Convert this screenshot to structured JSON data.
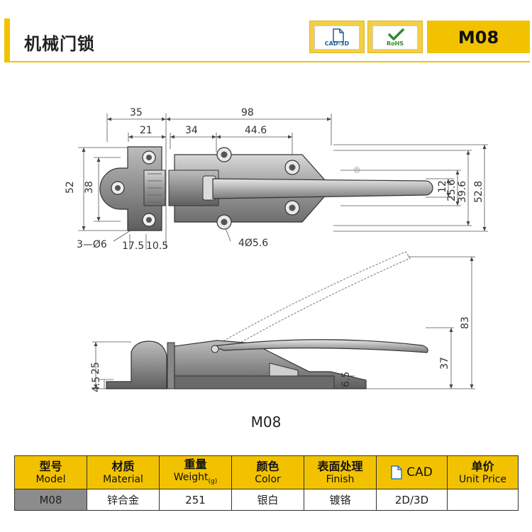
{
  "header": {
    "title": "机械门锁",
    "badges": [
      {
        "label": "CAD-3D",
        "icon": "document-icon"
      },
      {
        "label": "RoHS",
        "icon": "checkmark-icon"
      }
    ],
    "model": "M08",
    "accent_color": "#f2c200"
  },
  "drawing": {
    "watermark_registered": "®",
    "dimensions_top": {
      "d35": "35",
      "d98": "98",
      "d21": "21",
      "d34": "34",
      "d44_6": "44.6",
      "d52": "52",
      "d38": "38",
      "d12": "12",
      "d25_6": "25.6",
      "d39_6": "39.6",
      "d52_8": "52.8",
      "hole_small": "3—Ø6",
      "d17_5": "17.5",
      "d10_5": "10.5",
      "hole_large": "4Ø5.6"
    },
    "dimensions_side": {
      "d25": "25",
      "d4_5": "4.5",
      "d6_5": "6.5",
      "d37": "37",
      "d83": "83"
    },
    "caption": "M08"
  },
  "table": {
    "headers": [
      {
        "cn": "型号",
        "en": "Model"
      },
      {
        "cn": "材质",
        "en": "Material"
      },
      {
        "cn": "重量",
        "en": "Weight",
        "unit": "(g)"
      },
      {
        "cn": "颜色",
        "en": "Color"
      },
      {
        "cn": "表面处理",
        "en": "Finish"
      },
      {
        "cn": "CAD",
        "en": ""
      },
      {
        "cn": "单价",
        "en": "Unit Price"
      }
    ],
    "row": {
      "model": "M08",
      "material": "锌合金",
      "weight": "251",
      "color": "银白",
      "finish": "镀铬",
      "cad": "2D/3D",
      "price": ""
    }
  }
}
